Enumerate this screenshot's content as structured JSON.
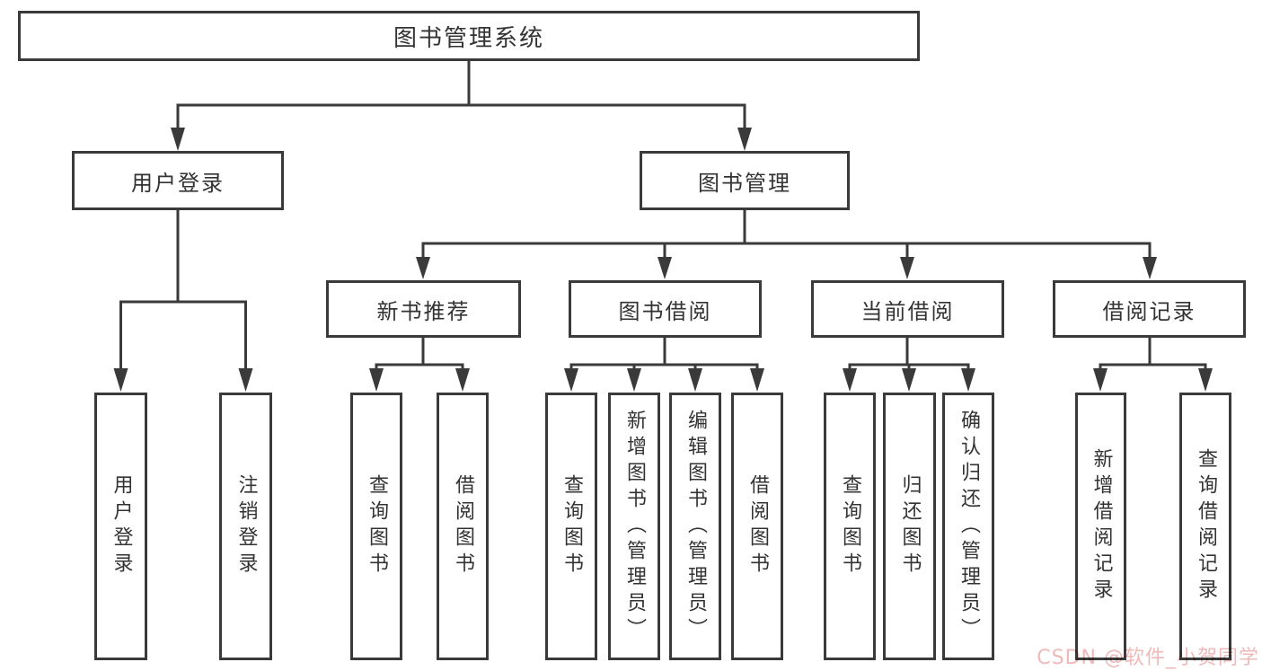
{
  "diagram_type": "hierarchy-tree",
  "colors": {
    "line": "#3a3a3a",
    "text": "#333333",
    "background": "#ffffff",
    "watermark": "#f0b9b9"
  },
  "tree": {
    "label": "图书管理系统",
    "children": [
      {
        "label": "用户登录",
        "children": [
          {
            "label": "用户登录"
          },
          {
            "label": "注销登录"
          }
        ]
      },
      {
        "label": "图书管理",
        "children": [
          {
            "label": "新书推荐",
            "children": [
              {
                "label": "查询图书"
              },
              {
                "label": "借阅图书"
              }
            ]
          },
          {
            "label": "图书借阅",
            "children": [
              {
                "label": "查询图书"
              },
              {
                "label": "新增图书（管理员）"
              },
              {
                "label": "编辑图书（管理员）"
              },
              {
                "label": "借阅图书"
              }
            ]
          },
          {
            "label": "当前借阅",
            "children": [
              {
                "label": "查询图书"
              },
              {
                "label": "归还图书"
              },
              {
                "label": "确认归还（管理员）"
              }
            ]
          },
          {
            "label": "借阅记录",
            "children": [
              {
                "label": "新增借阅记录"
              },
              {
                "label": "查询借阅记录"
              }
            ]
          }
        ]
      }
    ]
  },
  "watermark": {
    "text": "CSDN @软件_小贺同学"
  }
}
